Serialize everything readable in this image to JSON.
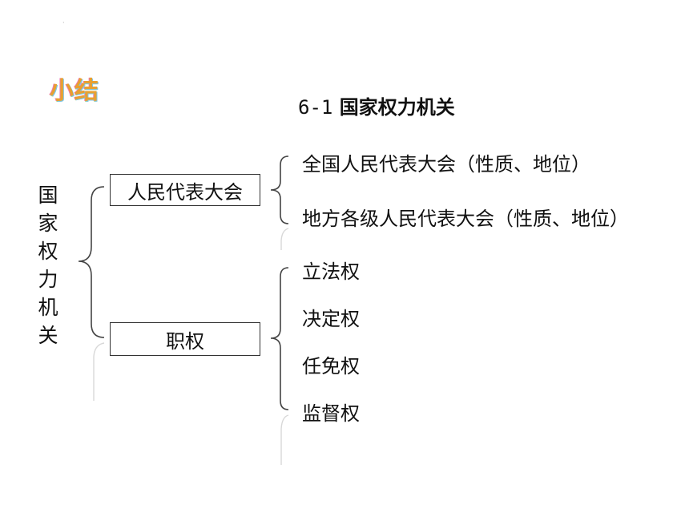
{
  "slide": {
    "marker": "·",
    "summary_label": "小结",
    "title": {
      "number": "6-1",
      "text": "国家权力机关"
    },
    "root_label_chars": [
      "国",
      "家",
      "权",
      "力",
      "机",
      "关"
    ],
    "branches": {
      "npc": {
        "label": "人民代表大会",
        "items": [
          "全国人民代表大会（性质、地位）",
          "地方各级人民代表大会（性质、地位）"
        ]
      },
      "powers": {
        "label": "职权",
        "items": [
          "立法权",
          "决定权",
          "任免权",
          "监督权"
        ]
      }
    }
  }
}
